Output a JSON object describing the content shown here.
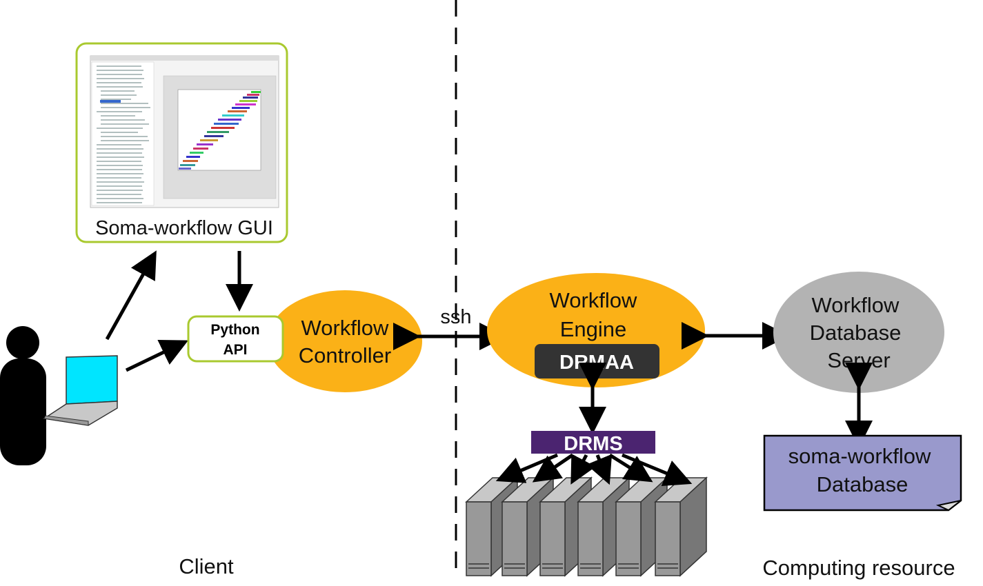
{
  "colors": {
    "orange": "#fbb117",
    "gray_node": "#b3b3b3",
    "gui_border": "#a9c92f",
    "drmaa_bg": "#333333",
    "drms_bg": "#4b2470",
    "database_fill": "#9999cc",
    "laptop_screen": "#00e5ff",
    "server_front": "#999999"
  },
  "regions": {
    "client": "Client",
    "computing": "Computing resource"
  },
  "nodes": {
    "gui": {
      "label": "Soma-workflow GUI",
      "icon": "gui-screenshot-thumbnail"
    },
    "python_api": {
      "line1": "Python",
      "line2": "API"
    },
    "workflow_controller": {
      "line1": "Workflow",
      "line2": "Controller"
    },
    "workflow_engine": {
      "line1": "Workflow",
      "line2": "Engine"
    },
    "drmaa": {
      "label": "DRMAA"
    },
    "drms": {
      "label": "DRMS"
    },
    "db_server": {
      "line1": "Workflow",
      "line2": "Database",
      "line3": "Server"
    },
    "database": {
      "line1": "soma-workflow",
      "line2": "Database"
    }
  },
  "edges": {
    "ssh": "ssh"
  },
  "icons": [
    "user-icon",
    "laptop-icon",
    "server-rack-icon",
    "document-icon"
  ]
}
